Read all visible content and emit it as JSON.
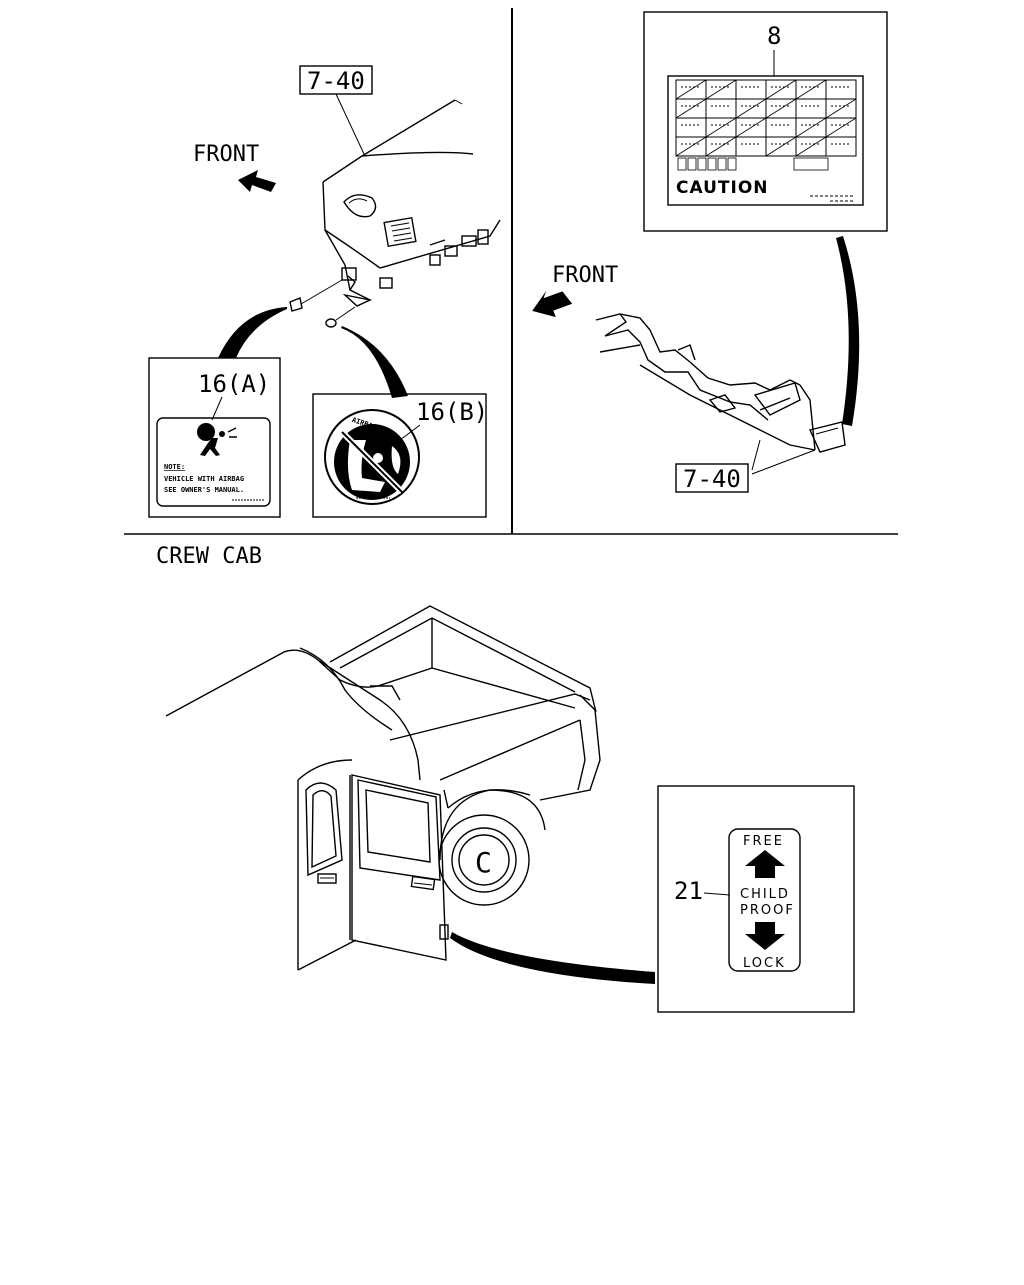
{
  "panels": {
    "dash": {
      "front_label": "FRONT",
      "callout_dash": "7-40",
      "label_a": {
        "ref": "16(A)",
        "note_title": "NOTE:",
        "note_line1": "VEHICLE WITH AIRBAG",
        "note_line2": "SEE OWNER'S MANUAL."
      },
      "label_b": {
        "ref": "16(B)",
        "ring_text": "AIRBAG"
      }
    },
    "fusebox": {
      "front_label": "FRONT",
      "callout_cover": "7-40",
      "label_ref": "8",
      "caution_text": "CAUTION"
    },
    "crew_cab": {
      "title": "CREW CAB",
      "label_ref": "21",
      "child_proof": {
        "free": "FREE",
        "line1": "CHILD",
        "line2": "PROOF",
        "lock": "LOCK"
      }
    }
  }
}
